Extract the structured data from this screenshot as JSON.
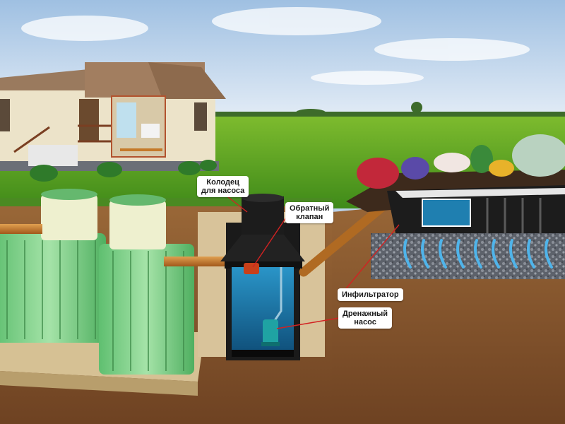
{
  "labels": {
    "pump_well": "Колодец\nдля насоса",
    "check_valve": "Обратный\nклапан",
    "infiltrator": "Инфильтратор",
    "drain_pump": "Дренажный\nнасос"
  },
  "colors": {
    "sky": "#bcd3ea",
    "grass": "#4f9a1f",
    "soil": "#8a5a32",
    "sand": "#d8c39a",
    "tank": "#7fd08a",
    "tank_lid": "#e9ecc6",
    "pipe": "#c57a2a",
    "well_body": "#1c1c1c",
    "water": "#1f7fb0",
    "pump": "#1fa3a3",
    "gravel": "#6a6f78",
    "callout_line": "#d22222"
  }
}
